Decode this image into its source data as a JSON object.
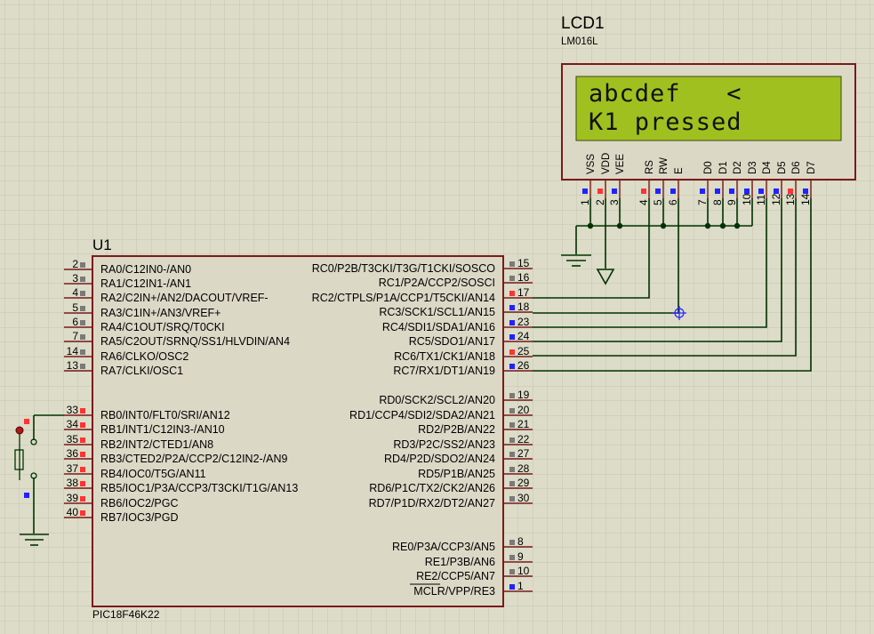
{
  "mcu": {
    "ref": "U1",
    "part": "PIC18F46K22",
    "left_pins": [
      {
        "num": "2",
        "label": "RA0/C12IN0-/AN0",
        "state": "none"
      },
      {
        "num": "3",
        "label": "RA1/C12IN1-/AN1",
        "state": "none"
      },
      {
        "num": "4",
        "label": "RA2/C2IN+/AN2/DACOUT/VREF-",
        "state": "none"
      },
      {
        "num": "5",
        "label": "RA3/C1IN+/AN3/VREF+",
        "state": "none"
      },
      {
        "num": "6",
        "label": "RA4/C1OUT/SRQ/T0CKI",
        "state": "none"
      },
      {
        "num": "7",
        "label": "RA5/C2OUT/SRNQ/SS1/HLVDIN/AN4",
        "state": "none"
      },
      {
        "num": "14",
        "label": "RA6/CLKO/OSC2",
        "state": "none"
      },
      {
        "num": "13",
        "label": "RA7/CLKI/OSC1",
        "state": "none"
      },
      {
        "num": "33",
        "label": "RB0/INT0/FLT0/SRI/AN12",
        "state": "high"
      },
      {
        "num": "34",
        "label": "RB1/INT1/C12IN3-/AN10",
        "state": "high"
      },
      {
        "num": "35",
        "label": "RB2/INT2/CTED1/AN8",
        "state": "high"
      },
      {
        "num": "36",
        "label": "RB3/CTED2/P2A/CCP2/C12IN2-/AN9",
        "state": "high"
      },
      {
        "num": "37",
        "label": "RB4/IOC0/T5G/AN11",
        "state": "high"
      },
      {
        "num": "38",
        "label": "RB5/IOC1/P3A/CCP3/T3CKI/T1G/AN13",
        "state": "high"
      },
      {
        "num": "39",
        "label": "RB6/IOC2/PGC",
        "state": "high"
      },
      {
        "num": "40",
        "label": "RB7/IOC3/PGD",
        "state": "high"
      }
    ],
    "right_pins": [
      {
        "num": "15",
        "label": "RC0/P2B/T3CKI/T3G/T1CKI/SOSCO",
        "state": "none"
      },
      {
        "num": "16",
        "label": "RC1/P2A/CCP2/SOSCI",
        "state": "none"
      },
      {
        "num": "17",
        "label": "RC2/CTPLS/P1A/CCP1/T5CKI/AN14",
        "state": "high"
      },
      {
        "num": "18",
        "label": "RC3/SCK1/SCL1/AN15",
        "state": "low"
      },
      {
        "num": "23",
        "label": "RC4/SDI1/SDA1/AN16",
        "state": "low"
      },
      {
        "num": "24",
        "label": "RC5/SDO1/AN17",
        "state": "low"
      },
      {
        "num": "25",
        "label": "RC6/TX1/CK1/AN18",
        "state": "high"
      },
      {
        "num": "26",
        "label": "RC7/RX1/DT1/AN19",
        "state": "low"
      },
      {
        "num": "19",
        "label": "RD0/SCK2/SCL2/AN20",
        "state": "none"
      },
      {
        "num": "20",
        "label": "RD1/CCP4/SDI2/SDA2/AN21",
        "state": "none"
      },
      {
        "num": "21",
        "label": "RD2/P2B/AN22",
        "state": "none"
      },
      {
        "num": "22",
        "label": "RD3/P2C/SS2/AN23",
        "state": "none"
      },
      {
        "num": "27",
        "label": "RD4/P2D/SDO2/AN24",
        "state": "none"
      },
      {
        "num": "28",
        "label": "RD5/P1B/AN25",
        "state": "none"
      },
      {
        "num": "29",
        "label": "RD6/P1C/TX2/CK2/AN26",
        "state": "none"
      },
      {
        "num": "30",
        "label": "RD7/P1D/RX2/DT2/AN27",
        "state": "none"
      },
      {
        "num": "8",
        "label": "RE0/P3A/CCP3/AN5",
        "state": "none"
      },
      {
        "num": "9",
        "label": "RE1/P3B/AN6",
        "state": "none"
      },
      {
        "num": "10",
        "label": "RE2/CCP5/AN7",
        "state": "none"
      },
      {
        "num": "1",
        "label": "MCLR/VPP/RE3",
        "state": "low"
      }
    ]
  },
  "lcd": {
    "ref": "LCD1",
    "part": "LM016L",
    "line1": "abcdef   <",
    "line2": "K1 pressed",
    "pins": [
      {
        "name": "VSS",
        "num": "1",
        "state": "low"
      },
      {
        "name": "VDD",
        "num": "2",
        "state": "high"
      },
      {
        "name": "VEE",
        "num": "3",
        "state": "low"
      },
      {
        "name": "RS",
        "num": "4",
        "state": "high"
      },
      {
        "name": "RW",
        "num": "5",
        "state": "low"
      },
      {
        "name": "E",
        "num": "6",
        "state": "low"
      },
      {
        "name": "D0",
        "num": "7",
        "state": "low"
      },
      {
        "name": "D1",
        "num": "8",
        "state": "low"
      },
      {
        "name": "D2",
        "num": "9",
        "state": "low"
      },
      {
        "name": "D3",
        "num": "10",
        "state": "low"
      },
      {
        "name": "D4",
        "num": "11",
        "state": "low"
      },
      {
        "name": "D5",
        "num": "12",
        "state": "low"
      },
      {
        "name": "D6",
        "num": "13",
        "state": "high"
      },
      {
        "name": "D7",
        "num": "14",
        "state": "low"
      }
    ]
  },
  "colors": {
    "background": "#dcdcc8",
    "grid": "#c4c4b0",
    "wire": "#003300",
    "component_outline": "#7a1a1a",
    "ic_fill": "#dcd8c6",
    "lcd_screen": "#a0c020",
    "pin_high": "#ff3333",
    "pin_low": "#2222ff",
    "pin_none": "#7a7a7a"
  }
}
